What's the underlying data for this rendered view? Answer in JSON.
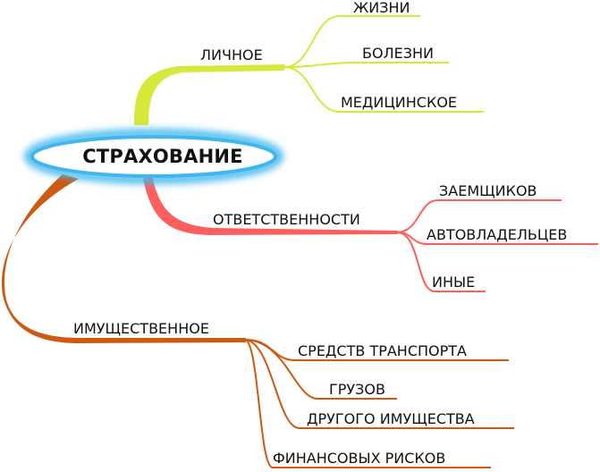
{
  "center": {
    "label": "СТРАХОВАНИЕ"
  },
  "colors": {
    "personal": "#d6e83a",
    "liability": "#ff5e5e",
    "property": "#cc5a10",
    "center_glow": "#3fb7ee"
  },
  "branches": {
    "personal": {
      "label": "ЛИЧНОЕ",
      "children": [
        "ЖИЗНИ",
        "БОЛЕЗНИ",
        "МЕДИЦИНСКОЕ"
      ]
    },
    "liability": {
      "label": "ОТВЕТСТВЕННОСТИ",
      "children": [
        "ЗАЕМЩИКОВ",
        "АВТОВЛАДЕЛЬЦЕВ",
        "ИНЫЕ"
      ]
    },
    "property": {
      "label": "ИМУЩЕСТВЕННОЕ",
      "children": [
        "СРЕДСТВ ТРАНСПОРТА",
        "ГРУЗОВ",
        "ДРУГОГО ИМУЩЕСТВА",
        "ФИНАНСОВЫХ РИСКОВ"
      ]
    }
  }
}
